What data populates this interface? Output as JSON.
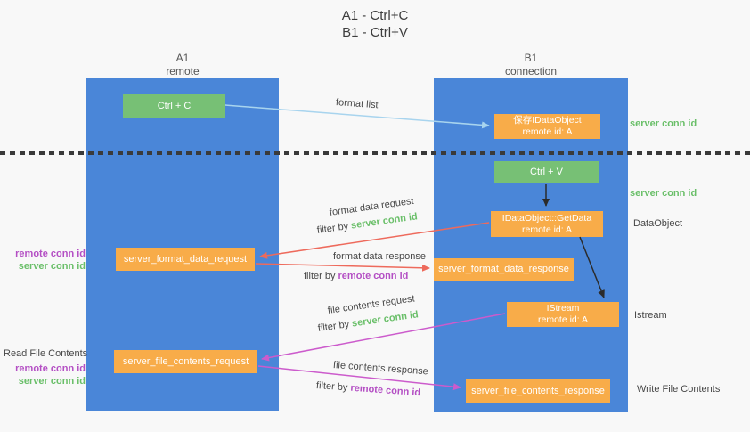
{
  "title": {
    "line1": "A1 - Ctrl+C",
    "line2": "B1 - Ctrl+V"
  },
  "lanes": {
    "left": {
      "id": "A1",
      "name": "remote"
    },
    "right": {
      "id": "B1",
      "name": "connection"
    }
  },
  "nodes": {
    "ctrl_c": "Ctrl + C",
    "ctrl_v": "Ctrl + V",
    "save_dataobject": {
      "line1": "保存IDataObject",
      "line2": "remote id: A"
    },
    "getdata": {
      "line1": "IDataObject::GetData",
      "line2": "remote id: A"
    },
    "istream": {
      "line1": "IStream",
      "line2": "remote id: A"
    },
    "format_request": "server_format_data_request",
    "format_response": "server_format_data_response",
    "file_request": "server_file_contents_request",
    "file_response": "server_file_contents_response"
  },
  "side_labels": {
    "server_conn_id_top": "server conn id",
    "server_conn_id_mid": "server conn id",
    "dataobject": "DataObject",
    "istream": "Istream",
    "write_file_contents": "Write File Contents",
    "read_file_contents": "Read File Contents",
    "format_remote_conn_id": "remote conn id",
    "format_server_conn_id": "server conn id",
    "file_remote_conn_id": "remote conn id",
    "file_server_conn_id": "server conn id"
  },
  "arrow_labels": {
    "format_list": "format list",
    "format_data_request": "format data request",
    "format_data_response": "format data response",
    "file_contents_request": "file contents request",
    "file_contents_response": "file contents response",
    "filter_by": "filter by ",
    "server_conn_id": "server conn id",
    "remote_conn_id": "remote conn id"
  },
  "colors": {
    "lane_blue": "#4a86d8",
    "node_green": "#77c075",
    "node_orange": "#f8ac49",
    "arrow_lightblue": "#a8d4ee",
    "arrow_red": "#ee6a5c",
    "arrow_magenta": "#cc5bcc",
    "arrow_black": "#2b2b2b",
    "text_green": "#6abf69",
    "text_purple": "#b44fc4",
    "background": "#f8f8f8"
  }
}
